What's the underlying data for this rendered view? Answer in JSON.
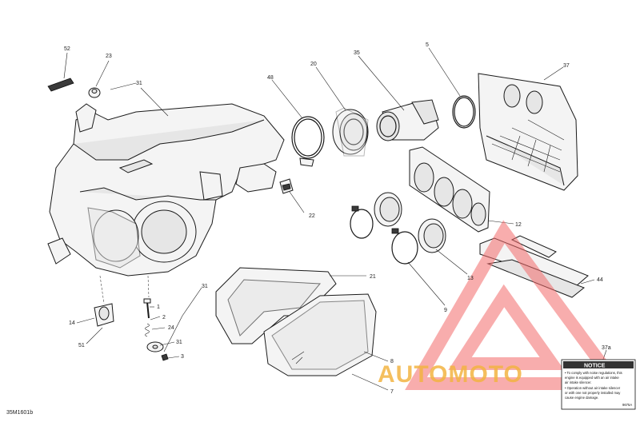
{
  "callouts": [
    {
      "id": "c52",
      "text": "52"
    },
    {
      "id": "c23",
      "text": "23"
    },
    {
      "id": "c31a",
      "text": "31"
    },
    {
      "id": "c48",
      "text": "48"
    },
    {
      "id": "c20",
      "text": "20"
    },
    {
      "id": "c35",
      "text": "35"
    },
    {
      "id": "c5",
      "text": "5"
    },
    {
      "id": "c37",
      "text": "37"
    },
    {
      "id": "c22",
      "text": "22"
    },
    {
      "id": "c12",
      "text": "12"
    },
    {
      "id": "c13",
      "text": "13"
    },
    {
      "id": "c9",
      "text": "9"
    },
    {
      "id": "c44",
      "text": "44"
    },
    {
      "id": "c21",
      "text": "21"
    },
    {
      "id": "c31b",
      "text": "31"
    },
    {
      "id": "c1",
      "text": "1"
    },
    {
      "id": "c2",
      "text": "2"
    },
    {
      "id": "c24",
      "text": "24"
    },
    {
      "id": "c31c",
      "text": "31"
    },
    {
      "id": "c3",
      "text": "3"
    },
    {
      "id": "c14",
      "text": "14"
    },
    {
      "id": "c51",
      "text": "51"
    },
    {
      "id": "c8",
      "text": "8"
    },
    {
      "id": "c7",
      "text": "7"
    },
    {
      "id": "c37a",
      "text": "37a"
    }
  ],
  "notice": {
    "title": "NOTICE",
    "lines": [
      "• To comply with noise regulations, this",
      "engine is equipped with an air intake",
      "air intake silencer.",
      "• Operation without air intake silencer",
      "or with one not properly installed may",
      "cause engine damage."
    ],
    "code": "9675A"
  },
  "figure_code": "35M1601b",
  "watermark": "AUTOMOTO",
  "colors": {
    "watermark_triangle": "#f26a6a",
    "watermark_text": "#f3b443",
    "line": "#1a1a1a"
  }
}
